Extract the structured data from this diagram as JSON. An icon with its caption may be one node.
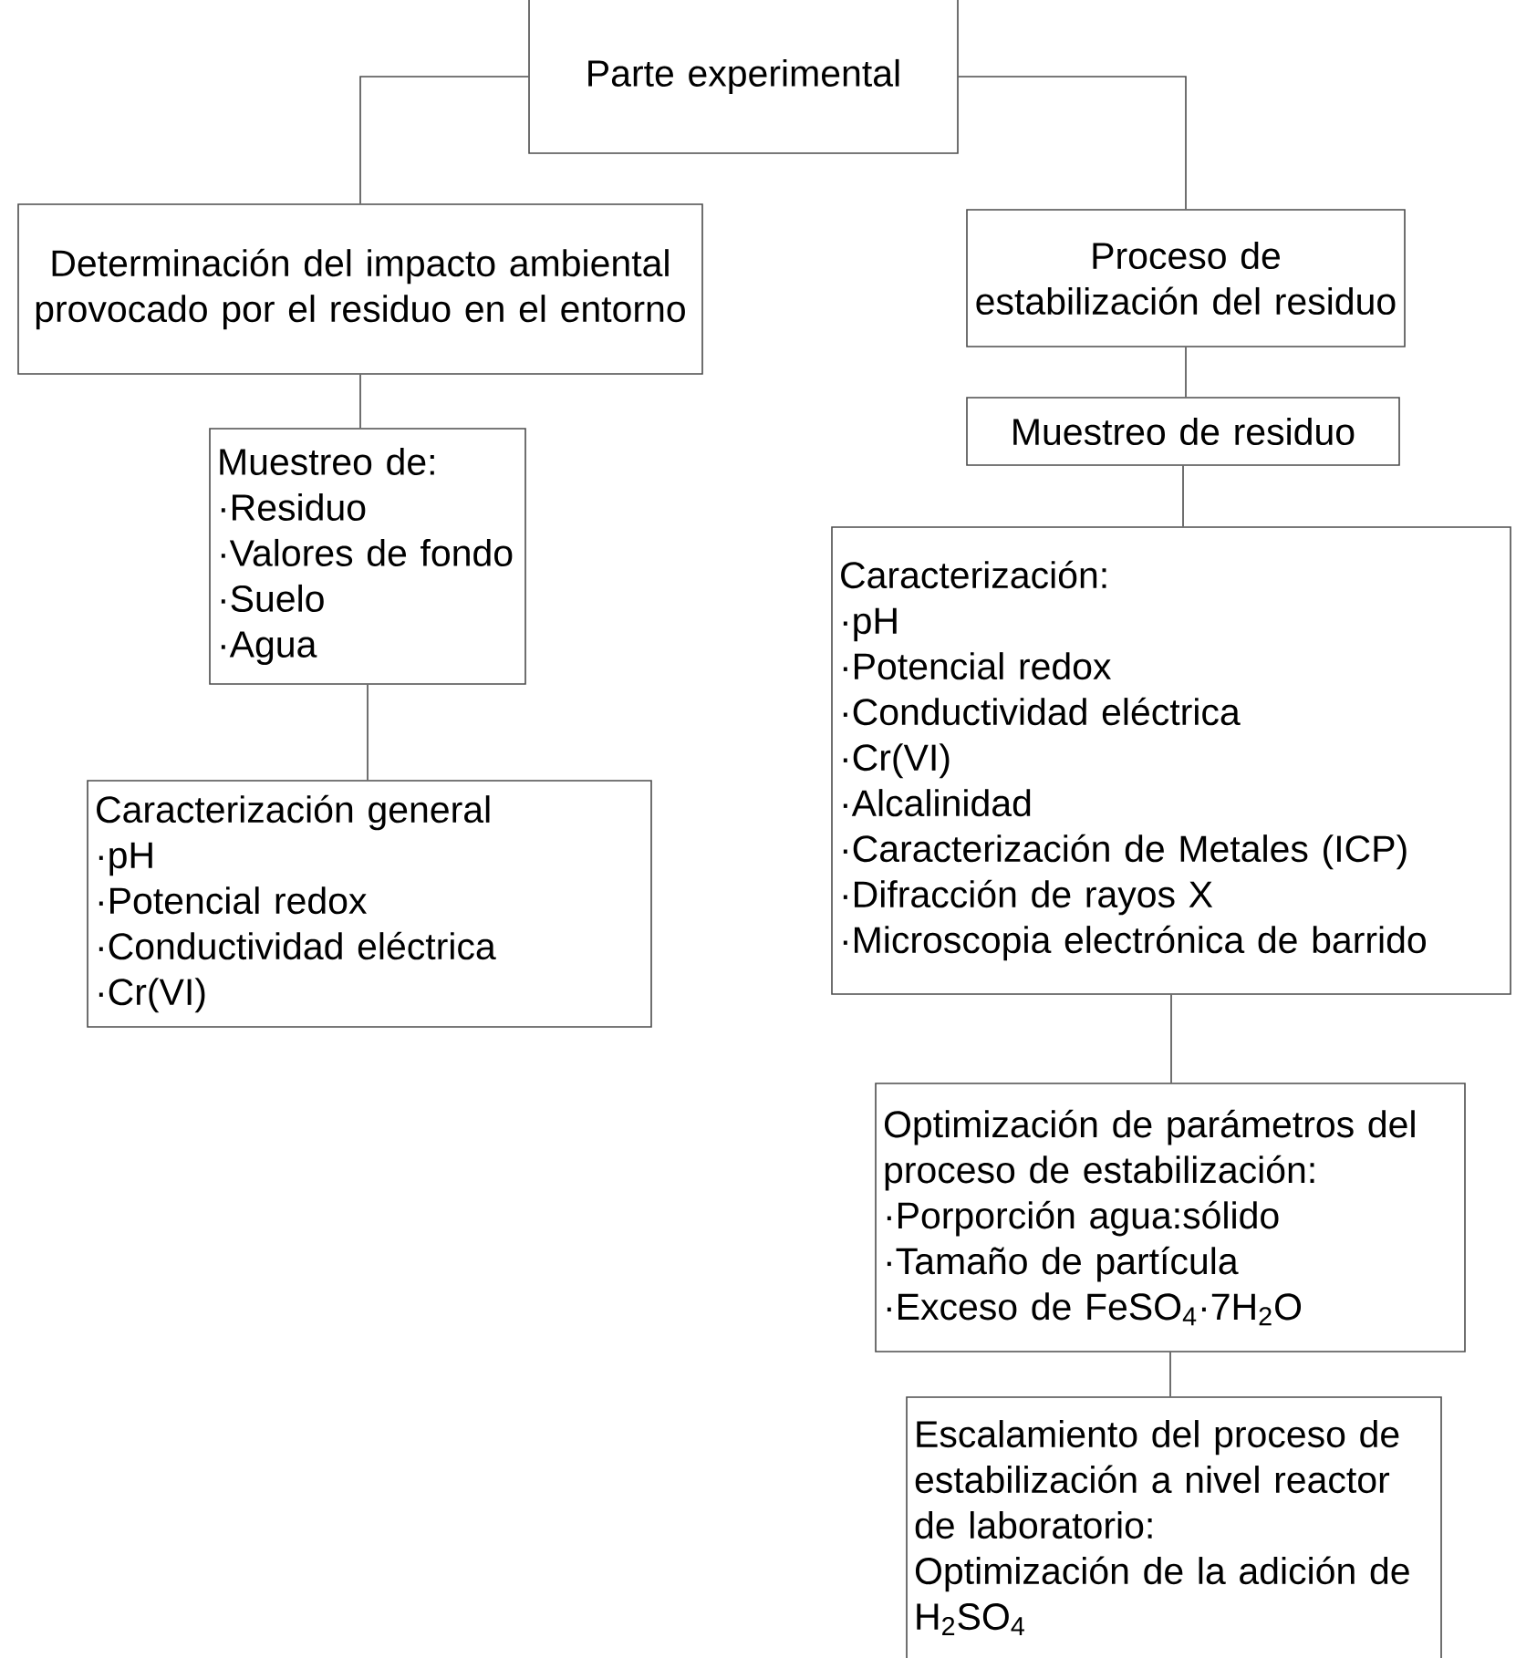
{
  "diagram": {
    "nodes": [
      {
        "text": [
          "Parte experimental"
        ]
      },
      {
        "text": [
          "Determinación del impacto ambiental provocado por el residuo en el entorno"
        ]
      },
      {
        "text": [
          "Proceso de estabilización del residuo"
        ]
      },
      {
        "text": [
          "Muestreo de:",
          "·Residuo",
          "·Valores de fondo",
          "·Suelo",
          "·Agua"
        ]
      },
      {
        "text": [
          "Caracterización general",
          "·pH",
          "·Potencial redox",
          "·Conductividad eléctrica",
          "·Cr(VI)"
        ]
      },
      {
        "text": [
          "Muestreo de residuo"
        ]
      },
      {
        "text": [
          "Caracterización:",
          "·pH",
          "·Potencial redox",
          "·Conductividad eléctrica",
          "·Cr(VI)",
          "·Alcalinidad",
          "·Caracterización de Metales (ICP)",
          "·Difracción de rayos X",
          "·Microscopia electrónica de barrido"
        ]
      },
      {
        "text": [
          "Optimización de parámetros del proceso de estabilización:",
          "·Porporción agua:sólido",
          "·Tamaño de partícula",
          "·Exceso de FeSO$_{4}$·7H$_{2}$O"
        ]
      },
      {
        "text": [
          "Escalamiento del proceso de estabilización  a nivel reactor de laboratorio:",
          "Optimización de la adición de H$_{2}$SO$_{4}$"
        ]
      }
    ],
    "edges": [
      {
        "from": 0,
        "to": 1,
        "arrow": "none"
      },
      {
        "from": 0,
        "to": 2,
        "arrow": "none"
      },
      {
        "from": 1,
        "to": 3,
        "arrow": "none"
      },
      {
        "from": 3,
        "to": 4,
        "arrow": "none"
      },
      {
        "from": 2,
        "to": 5,
        "arrow": "none"
      },
      {
        "from": 5,
        "to": 6,
        "arrow": "none"
      },
      {
        "from": 6,
        "to": 7,
        "arrow": "none"
      },
      {
        "from": 7,
        "to": 8,
        "arrow": "none"
      }
    ]
  }
}
